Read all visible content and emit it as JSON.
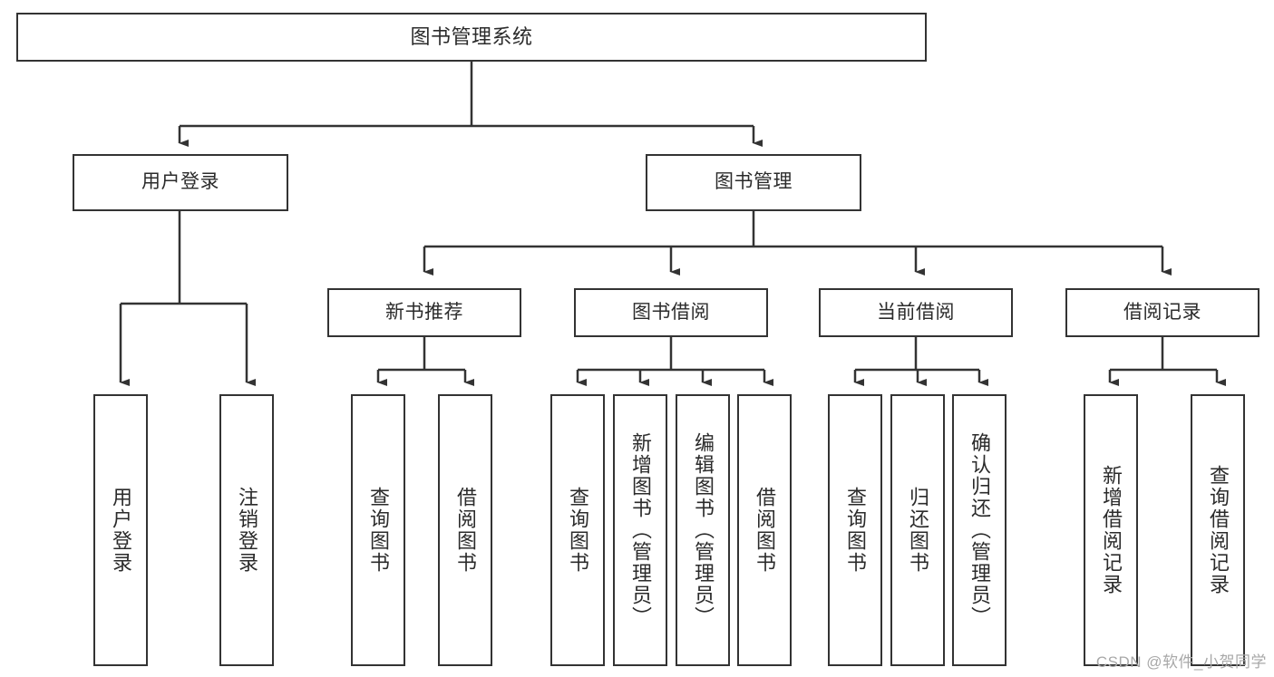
{
  "diagram": {
    "title": "图书管理系统",
    "type": "tree",
    "background_color": "#ffffff",
    "box_border_color": "#333333",
    "connector_color": "#333333",
    "text_color": "#2b2b2b"
  },
  "root": {
    "label": "图书管理系统"
  },
  "level2": [
    {
      "label": "用户登录"
    },
    {
      "label": "图书管理"
    }
  ],
  "level3": [
    {
      "label": "新书推荐"
    },
    {
      "label": "图书借阅"
    },
    {
      "label": "当前借阅"
    },
    {
      "label": "借阅记录"
    }
  ],
  "leaves": {
    "user_login": [
      {
        "label": "用户登录"
      },
      {
        "label": "注销登录"
      }
    ],
    "new_book_recommend": [
      {
        "label": "查询图书"
      },
      {
        "label": "借阅图书"
      }
    ],
    "book_borrow": [
      {
        "label": "查询图书"
      },
      {
        "label": "新增图书（管理员）"
      },
      {
        "label": "编辑图书（管理员）"
      },
      {
        "label": "借阅图书"
      }
    ],
    "current_borrow": [
      {
        "label": "查询图书"
      },
      {
        "label": "归还图书"
      },
      {
        "label": "确认归还（管理员）"
      }
    ],
    "borrow_record": [
      {
        "label": "新增借阅记录"
      },
      {
        "label": "查询借阅记录"
      }
    ]
  },
  "watermark": {
    "text": "CSDN @软件_小贺同学"
  }
}
